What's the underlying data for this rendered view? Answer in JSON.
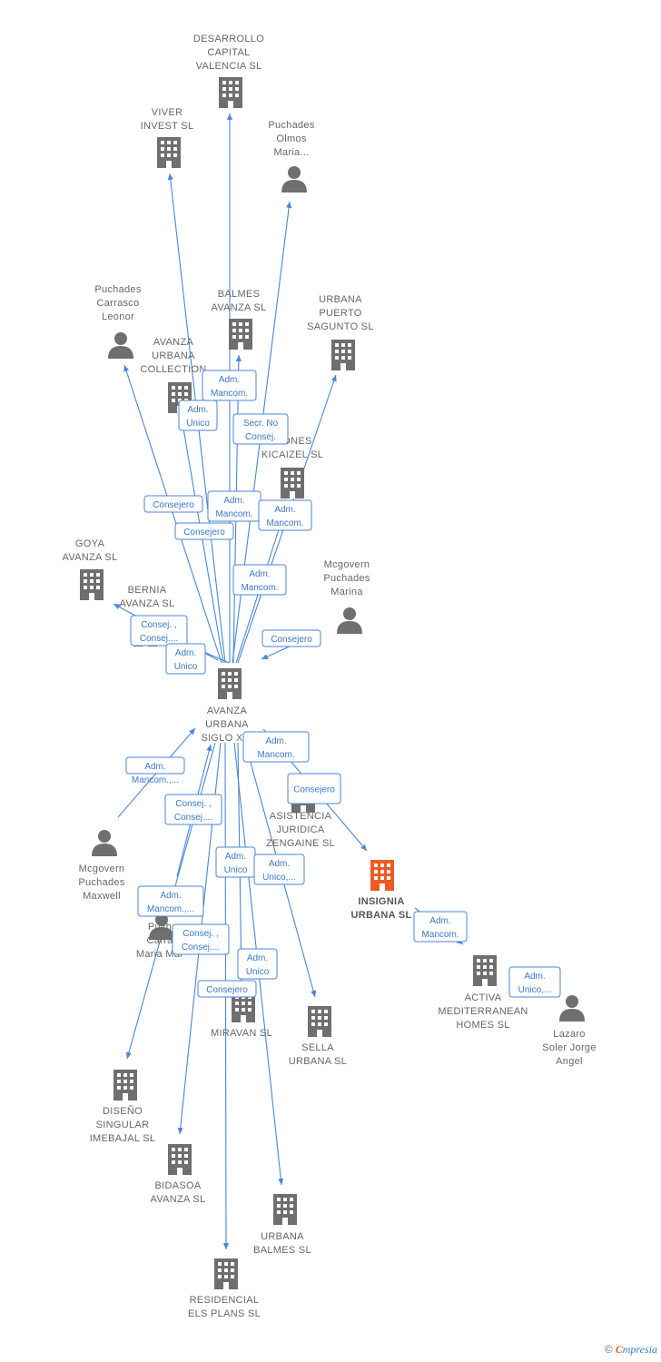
{
  "colors": {
    "company": "#6f6f6f",
    "focus": "#f05a24",
    "person": "#6f6f6f",
    "edge": "#4a86d6"
  },
  "nodes": [
    {
      "id": "center",
      "type": "company",
      "lines": [
        "AVANZA",
        "URBANA",
        "SIGLO XXI"
      ]
    },
    {
      "id": "desarrollo",
      "type": "company",
      "lines": [
        "DESARROLLO",
        "CAPITAL",
        "VALENCIA  SL"
      ]
    },
    {
      "id": "viver",
      "type": "company",
      "lines": [
        "VIVER",
        "INVEST  SL"
      ]
    },
    {
      "id": "puchades_olmos",
      "type": "person",
      "lines": [
        "Puchades",
        "Olmos",
        "Maria..."
      ]
    },
    {
      "id": "puchades_carrasco",
      "type": "person",
      "lines": [
        "Puchades",
        "Carrasco",
        "Leonor"
      ]
    },
    {
      "id": "balmes",
      "type": "company",
      "lines": [
        "BALMES",
        "AVANZA  SL"
      ]
    },
    {
      "id": "urbana_puerto",
      "type": "company",
      "lines": [
        "URBANA",
        "PUERTO",
        "SAGUNTO  SL"
      ]
    },
    {
      "id": "avanza_collection",
      "type": "company",
      "lines": [
        "AVANZA",
        "URBANA",
        "COLLECTION"
      ]
    },
    {
      "id": "kicaizel",
      "type": "company",
      "lines": [
        "SIONES",
        "KICAIZEL  SL"
      ]
    },
    {
      "id": "goya",
      "type": "company",
      "lines": [
        "GOYA",
        "AVANZA  SL"
      ]
    },
    {
      "id": "bernia",
      "type": "company",
      "lines": [
        "BERNIA",
        "AVANZA  SL"
      ]
    },
    {
      "id": "mcgovern_marina",
      "type": "person",
      "lines": [
        "Mcgovern",
        "Puchades",
        "Marina"
      ]
    },
    {
      "id": "mcgovern_maxwell",
      "type": "person",
      "lines": [
        "Mcgovern",
        "Puchades",
        "Maxwell"
      ]
    },
    {
      "id": "asistencia",
      "type": "company",
      "lines": [
        "ASISTENCIA",
        "JURIDICA",
        "ZENGAINE  SL"
      ]
    },
    {
      "id": "insignia",
      "type": "focus",
      "lines": [
        "INSIGNIA",
        "URBANA  SL"
      ]
    },
    {
      "id": "puchades_carrasco_maria",
      "type": "person",
      "lines": [
        "Puch",
        "Carra",
        "Maria Mar"
      ]
    },
    {
      "id": "activa",
      "type": "company",
      "lines": [
        "ACTIVA",
        "MEDITERRANEAN",
        "HOMES SL"
      ]
    },
    {
      "id": "lazaro",
      "type": "person",
      "lines": [
        "Lazaro",
        "Soler Jorge",
        "Angel"
      ]
    },
    {
      "id": "miravan",
      "type": "company",
      "lines": [
        "MIRAVAN  SL"
      ]
    },
    {
      "id": "sella",
      "type": "company",
      "lines": [
        "SELLA",
        "URBANA  SL"
      ]
    },
    {
      "id": "diseno",
      "type": "company",
      "lines": [
        "DISEÑO",
        "SINGULAR",
        "IMEBAJAL  SL"
      ]
    },
    {
      "id": "bidasoa",
      "type": "company",
      "lines": [
        "BIDASOA",
        "AVANZA  SL"
      ]
    },
    {
      "id": "urbana_balmes",
      "type": "company",
      "lines": [
        "URBANA",
        "BALMES  SL"
      ]
    },
    {
      "id": "residencial",
      "type": "company",
      "lines": [
        "RESIDENCIAL",
        "ELS PLANS  SL"
      ]
    }
  ],
  "relations": [
    {
      "lines": [
        "Adm.",
        "Mancom."
      ]
    },
    {
      "lines": [
        "Adm.",
        "Unico"
      ]
    },
    {
      "lines": [
        "Secr.  No",
        "Consej."
      ]
    },
    {
      "lines": [
        "Consejero"
      ]
    },
    {
      "lines": [
        "Adm.",
        "Mancom."
      ]
    },
    {
      "lines": [
        "Consejero"
      ]
    },
    {
      "lines": [
        "Adm.",
        "Mancom."
      ]
    },
    {
      "lines": [
        "Adm.",
        "Mancom."
      ]
    },
    {
      "lines": [
        "Consej. ,",
        "Consej...."
      ]
    },
    {
      "lines": [
        "Adm.",
        "Unico"
      ]
    },
    {
      "lines": [
        "Consejero"
      ]
    },
    {
      "lines": [
        "Adm.",
        "Mancom.,..."
      ]
    },
    {
      "lines": [
        "Adm.",
        "Mancom."
      ]
    },
    {
      "lines": [
        "Consejero"
      ]
    },
    {
      "lines": [
        "Consej. ,",
        "Consej...."
      ]
    },
    {
      "lines": [
        "Adm.",
        "Unico"
      ]
    },
    {
      "lines": [
        "Adm.",
        "Unico,..."
      ]
    },
    {
      "lines": [
        "Adm.",
        "Mancom.,..."
      ]
    },
    {
      "lines": [
        "Consej. ,",
        "Consej...."
      ]
    },
    {
      "lines": [
        "Adm.",
        "Unico"
      ]
    },
    {
      "lines": [
        "Consejero"
      ]
    },
    {
      "lines": [
        "Adm.",
        "Mancom."
      ]
    },
    {
      "lines": [
        "Adm.",
        "Unico,..."
      ]
    }
  ],
  "footer": {
    "copyright": "©",
    "brand_first": "C",
    "brand_rest": "mpresia"
  }
}
